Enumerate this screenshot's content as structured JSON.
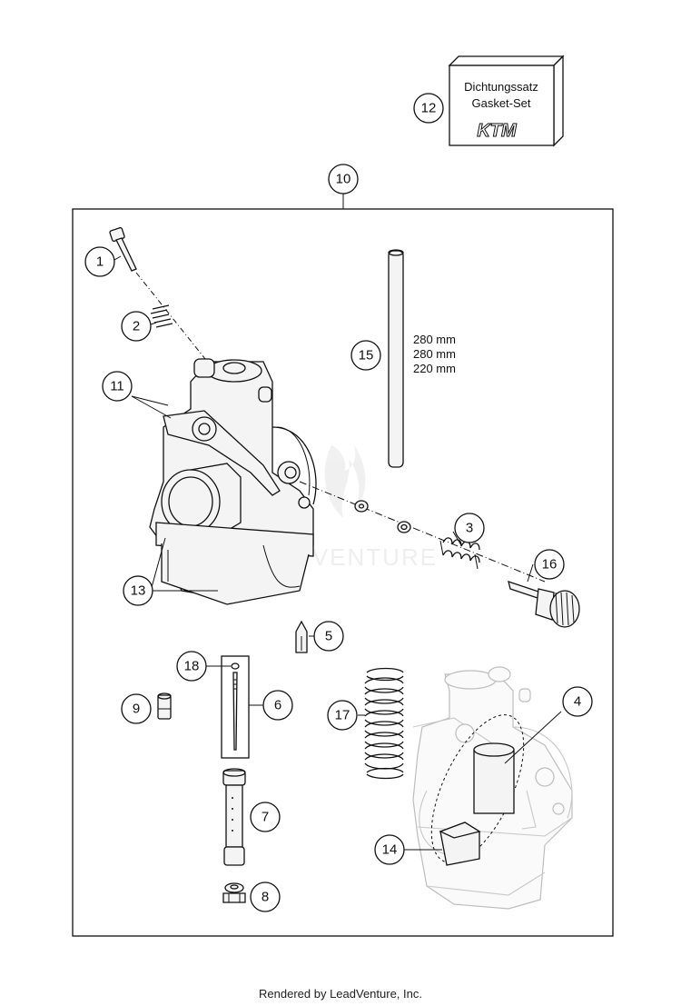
{
  "gasket_box": {
    "line1": "Dichtungssatz",
    "line2": "Gasket-Set",
    "logo": "KTM"
  },
  "lengths": [
    "280 mm",
    "280 mm",
    "220 mm"
  ],
  "callouts": [
    {
      "id": "c1",
      "label": "1"
    },
    {
      "id": "c2",
      "label": "2"
    },
    {
      "id": "c3",
      "label": "3"
    },
    {
      "id": "c4",
      "label": "4"
    },
    {
      "id": "c5",
      "label": "5"
    },
    {
      "id": "c6",
      "label": "6"
    },
    {
      "id": "c7",
      "label": "7"
    },
    {
      "id": "c8",
      "label": "8"
    },
    {
      "id": "c9",
      "label": "9"
    },
    {
      "id": "c10",
      "label": "10"
    },
    {
      "id": "c11",
      "label": "11"
    },
    {
      "id": "c12",
      "label": "12"
    },
    {
      "id": "c13",
      "label": "13"
    },
    {
      "id": "c14",
      "label": "14"
    },
    {
      "id": "c15",
      "label": "15"
    },
    {
      "id": "c16",
      "label": "16"
    },
    {
      "id": "c17",
      "label": "17"
    },
    {
      "id": "c18",
      "label": "18"
    }
  ],
  "footer": "Rendered by LeadVenture, Inc.",
  "watermark": "LEADVENTURE"
}
